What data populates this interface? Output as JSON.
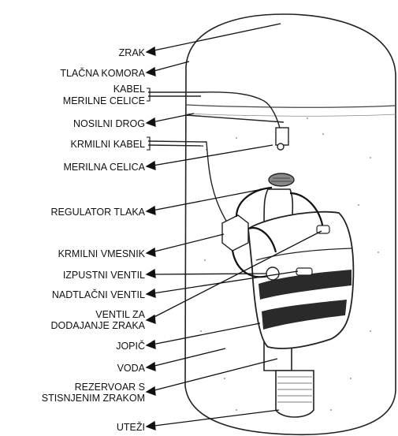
{
  "labels": {
    "zrak": "ZRAK",
    "tlacna_komora": "TLAČNA KOMORA",
    "kabel_merilne_celice_1": "KABEL",
    "kabel_merilne_celice_2": "MERILNE CELICE",
    "nosilni_drog": "NOSILNI DROG",
    "krmilni_kabel": "KRMILNI KABEL",
    "merilna_celica": "MERILNA CELICA",
    "regulator_tlaka": "REGULATOR TLAKA",
    "krmilni_vmesnik": "KRMILNI VMESNIK",
    "izpustni_ventil": "IZPUSTNI VENTIL",
    "nadtlacni_ventil": "NADTLAČNI VENTIL",
    "ventil_za_dodajanje_1": "VENTIL ZA",
    "ventil_za_dodajanje_2": "DODAJANJE ZRAKA",
    "jopic": "JOPIČ",
    "voda": "VODA",
    "rezervoar_1": "REZERVOAR S",
    "rezervoar_2": "STISNJENIM ZRAKOM",
    "utezi": "UTEŽI"
  },
  "colors": {
    "ink": "#111111",
    "band": "#2a2a2a",
    "hatch": "#555555"
  }
}
